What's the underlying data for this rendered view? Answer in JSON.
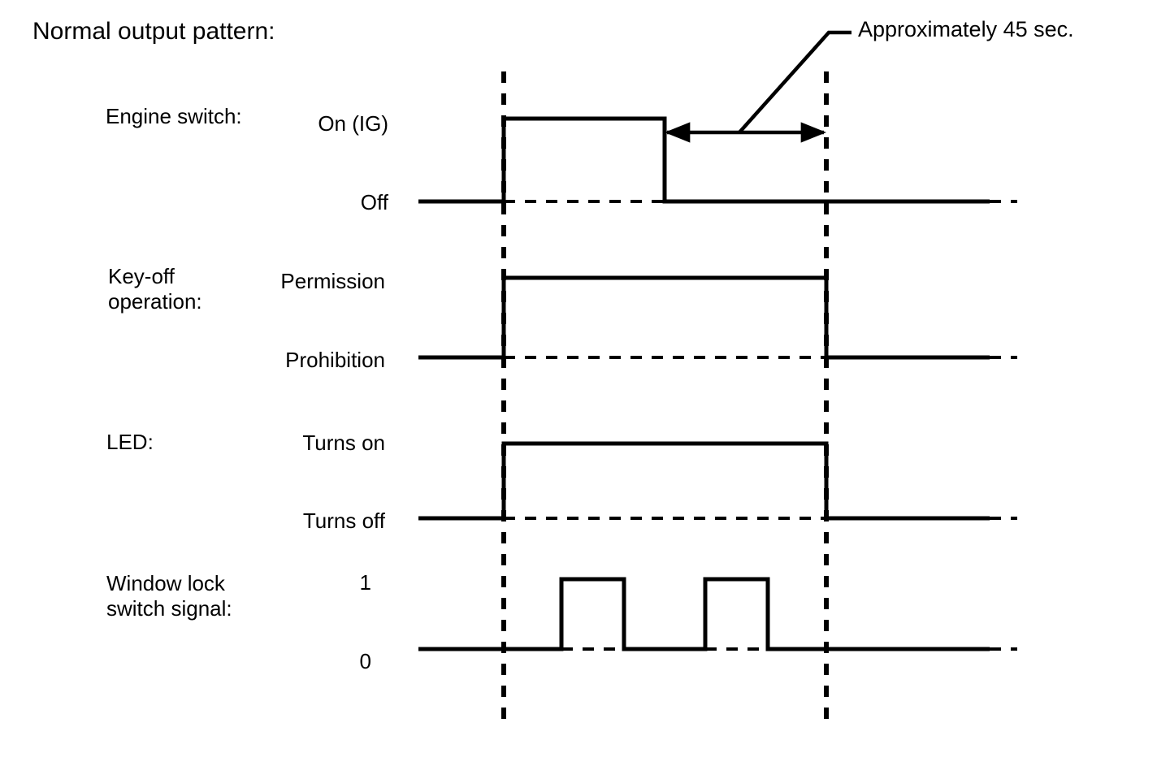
{
  "title": "Normal output pattern:",
  "annotation": {
    "duration_label": "Approximately 45 sec."
  },
  "colors": {
    "stroke": "#000000",
    "background": "#ffffff"
  },
  "rows": [
    {
      "id": "engine-switch",
      "label": "Engine switch:",
      "high_label": "On (IG)",
      "low_label": "Off"
    },
    {
      "id": "key-off-operation",
      "label": "Key-off\noperation:",
      "high_label": "Permission",
      "low_label": "Prohibition"
    },
    {
      "id": "led",
      "label": "LED:",
      "high_label": "Turns on",
      "low_label": "Turns off"
    },
    {
      "id": "window-lock-switch-signal",
      "label": "Window lock\nswitch signal:",
      "high_label": "1",
      "low_label": "0"
    }
  ],
  "chart_data": {
    "type": "line",
    "title": "Normal output pattern:",
    "xlabel": "",
    "ylabel": "",
    "grid": false,
    "legend": "none",
    "x_markers": [
      {
        "name": "ignition-on",
        "x": 620
      },
      {
        "name": "timer-end",
        "x": 1017
      }
    ],
    "x_axis_range": [
      515,
      1250
    ],
    "series": [
      {
        "name": "Engine switch",
        "high_label": "On (IG)",
        "low_label": "Off",
        "y_high": 146,
        "y_low": 248,
        "points": [
          {
            "x": 515,
            "v": 0
          },
          {
            "x": 620,
            "v": 0
          },
          {
            "x": 620,
            "v": 1
          },
          {
            "x": 818,
            "v": 1
          },
          {
            "x": 818,
            "v": 0
          },
          {
            "x": 1218,
            "v": 0
          }
        ]
      },
      {
        "name": "Key-off operation",
        "high_label": "Permission",
        "low_label": "Prohibition",
        "y_high": 342,
        "y_low": 440,
        "points": [
          {
            "x": 515,
            "v": 0
          },
          {
            "x": 620,
            "v": 0
          },
          {
            "x": 620,
            "v": 1
          },
          {
            "x": 1017,
            "v": 1
          },
          {
            "x": 1017,
            "v": 0
          },
          {
            "x": 1218,
            "v": 0
          }
        ]
      },
      {
        "name": "LED",
        "high_label": "Turns on",
        "low_label": "Turns off",
        "y_high": 546,
        "y_low": 638,
        "points": [
          {
            "x": 515,
            "v": 0
          },
          {
            "x": 620,
            "v": 0
          },
          {
            "x": 620,
            "v": 1
          },
          {
            "x": 1017,
            "v": 1
          },
          {
            "x": 1017,
            "v": 0
          },
          {
            "x": 1218,
            "v": 0
          }
        ]
      },
      {
        "name": "Window lock switch signal",
        "high_label": "1",
        "low_label": "0",
        "y_high": 713,
        "y_low": 799,
        "points": [
          {
            "x": 515,
            "v": 0
          },
          {
            "x": 691,
            "v": 0
          },
          {
            "x": 691,
            "v": 1
          },
          {
            "x": 768,
            "v": 1
          },
          {
            "x": 768,
            "v": 0
          },
          {
            "x": 868,
            "v": 0
          },
          {
            "x": 868,
            "v": 1
          },
          {
            "x": 945,
            "v": 1
          },
          {
            "x": 945,
            "v": 0
          },
          {
            "x": 1218,
            "v": 0
          }
        ]
      }
    ],
    "annotations": [
      {
        "name": "duration-measure",
        "text": "Approximately 45 sec.",
        "from_x": 818,
        "to_x": 1017,
        "y": 163
      }
    ]
  }
}
